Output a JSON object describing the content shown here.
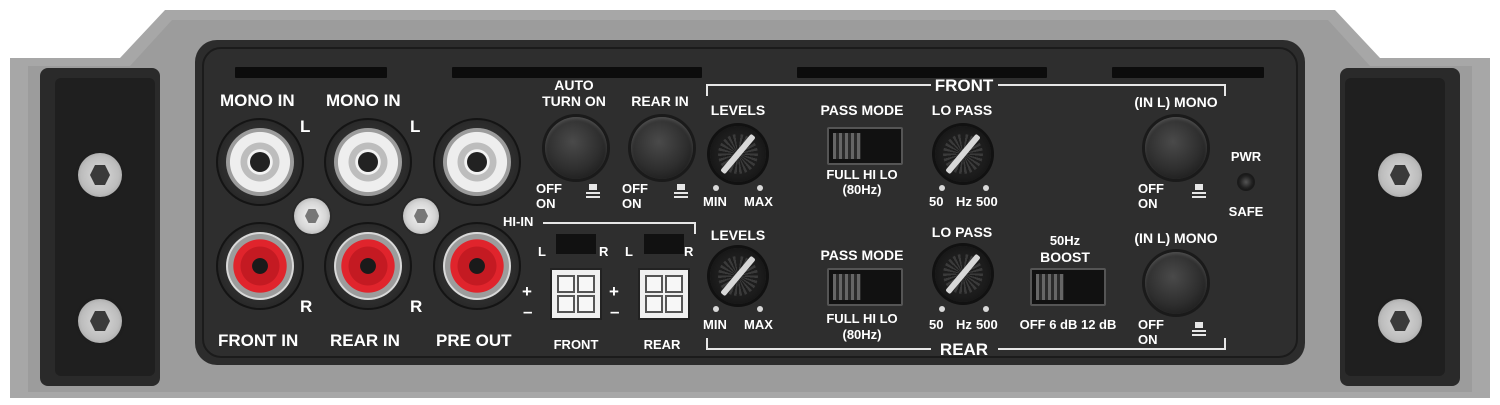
{
  "colors": {
    "housing": "#a6a6a6",
    "panel": "#2b2b2b",
    "label": "#ffffff",
    "rca_red": "#d42028"
  },
  "inputs": {
    "mono_in_1": "MONO IN",
    "mono_in_2": "MONO IN",
    "l_1": "L",
    "l_2": "L",
    "r_1": "R",
    "r_2": "R",
    "front_in": "FRONT IN",
    "rear_in": "REAR IN",
    "pre_out": "PRE OUT"
  },
  "buttons": {
    "auto_turn_on_line1": "AUTO",
    "auto_turn_on_line2": "TURN ON",
    "rear_in": "REAR IN",
    "off": "OFF",
    "on": "ON"
  },
  "hi_in": {
    "label": "HI-IN",
    "l": "L",
    "r": "R",
    "plus": "+",
    "minus": "–",
    "front": "FRONT",
    "rear": "REAR"
  },
  "front": {
    "section": "FRONT",
    "levels": "LEVELS",
    "min": "MIN",
    "max": "MAX",
    "pass_mode": "PASS MODE",
    "full_hi_lo": "FULL  HI  LO",
    "hz80": "(80Hz)",
    "lo_pass": "LO PASS",
    "lp_50": "50",
    "lp_hz": "Hz",
    "lp_500": "500",
    "mono": "(IN L) MONO",
    "off": "OFF",
    "on": "ON"
  },
  "rear": {
    "section": "REAR",
    "levels": "LEVELS",
    "min": "MIN",
    "max": "MAX",
    "pass_mode": "PASS MODE",
    "full_hi_lo": "FULL  HI  LO",
    "hz80": "(80Hz)",
    "lo_pass": "LO PASS",
    "lp_50": "50",
    "lp_hz": "Hz",
    "lp_500": "500",
    "mono": "(IN L) MONO",
    "off": "OFF",
    "on": "ON"
  },
  "boost": {
    "line1": "50Hz",
    "line2": "BOOST",
    "values": "OFF  6 dB 12 dB"
  },
  "power": {
    "pwr": "PWR",
    "safe": "SAFE"
  }
}
